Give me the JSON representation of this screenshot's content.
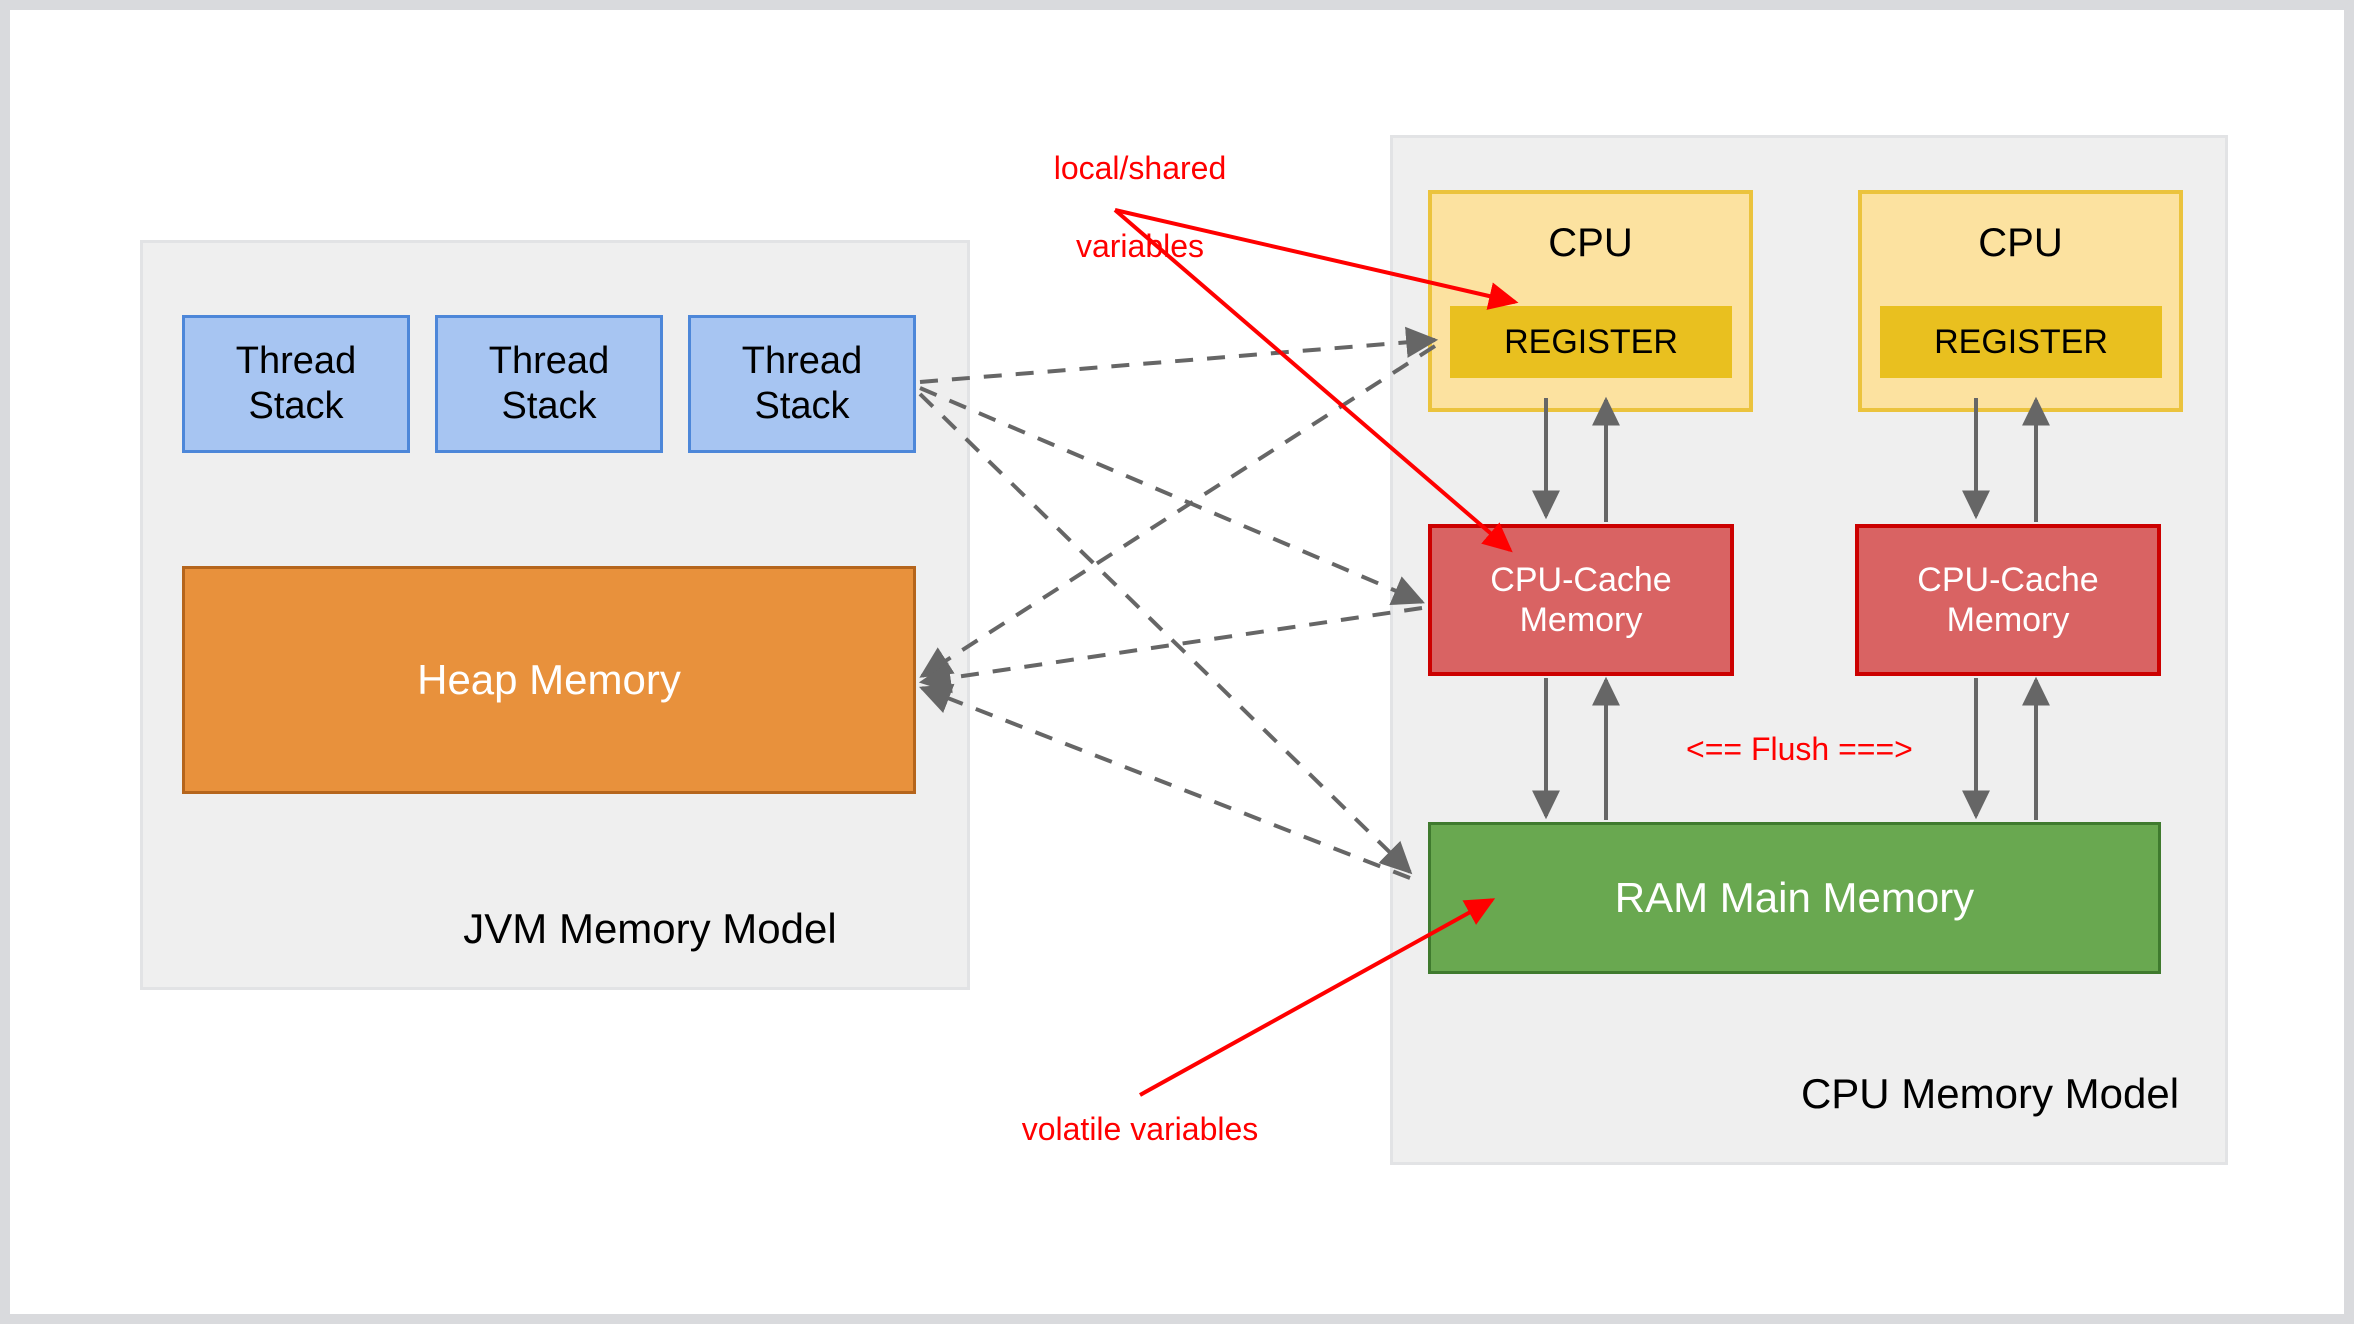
{
  "diagram": {
    "title_jvm": "JVM Memory Model",
    "title_cpu": "CPU Memory Model"
  },
  "jvm_panel": {
    "label": "JVM Memory Model",
    "thread_stacks": [
      {
        "line1": "Thread",
        "line2": "Stack"
      },
      {
        "line1": "Thread",
        "line2": "Stack"
      },
      {
        "line1": "Thread",
        "line2": "Stack"
      }
    ],
    "heap": {
      "label": "Heap Memory"
    }
  },
  "cpu_panel": {
    "label": "CPU Memory Model",
    "cpus": [
      {
        "label": "CPU",
        "register_label": "REGISTER",
        "cache_line1": "CPU-Cache",
        "cache_line2": "Memory"
      },
      {
        "label": "CPU",
        "register_label": "REGISTER",
        "cache_line1": "CPU-Cache",
        "cache_line2": "Memory"
      }
    ],
    "ram": {
      "label": "RAM Main Memory"
    },
    "flush_label": "<== Flush ===>"
  },
  "annotations": {
    "local_shared_line1": "local/shared",
    "local_shared_line2": "variables",
    "volatile": "volatile variables"
  },
  "colors": {
    "thread_stack_fill": "#a7c5f2",
    "thread_stack_border": "#4d87d9",
    "heap_fill": "#e8913c",
    "heap_border": "#b5651c",
    "cpu_fill": "#fce2a0",
    "cpu_border": "#ebc33d",
    "register_fill": "#e9c01f",
    "cache_fill": "#d96363",
    "cache_border": "#cc0000",
    "ram_fill": "#69a850",
    "ram_border": "#3f7a2e",
    "panel_fill": "#efefef",
    "annotation_red": "#ff0000",
    "arrow_gray": "#666666"
  }
}
